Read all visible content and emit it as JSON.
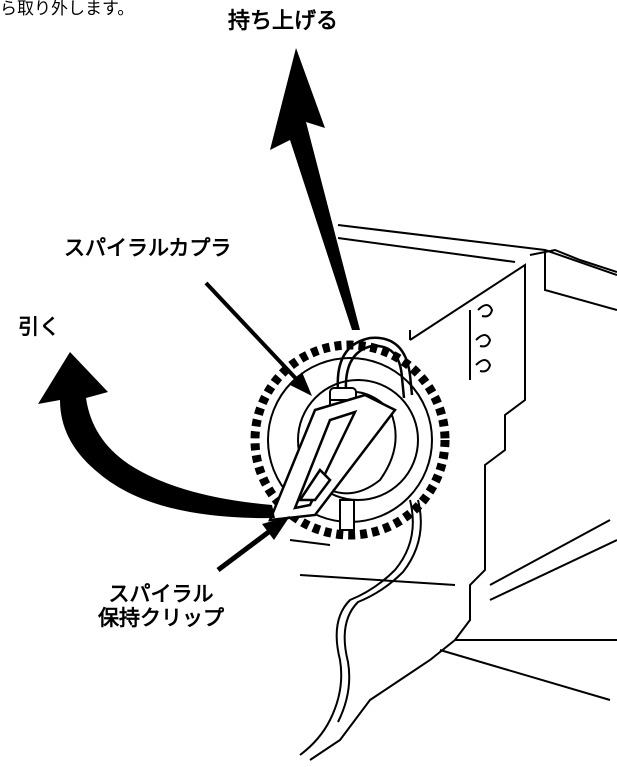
{
  "caption_fragment": "ら取り外します。",
  "labels": {
    "lift": "持ち上げる",
    "spiral_coupler": "スパイラルカプラ",
    "pull": "引く",
    "spiral_clip_line1": "スパイラル",
    "spiral_clip_line2": "保持クリップ"
  },
  "colors": {
    "ink": "#000000",
    "background": "#ffffff"
  }
}
